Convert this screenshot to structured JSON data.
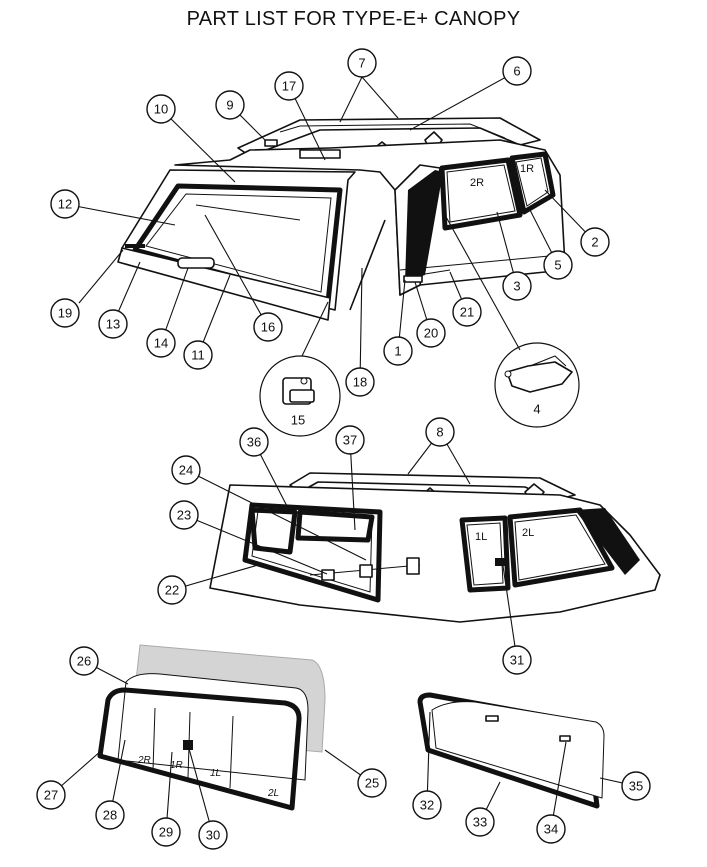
{
  "title": "PART LIST FOR TYPE-E+ CANOPY",
  "window_labels": {
    "w_2r": "2R",
    "w_1r": "1R",
    "w_1l": "1L",
    "w_2l": "2L",
    "f_2r": "2R",
    "f_1r": "1R",
    "f_1l": "1L",
    "f_2l": "2L"
  },
  "callouts": {
    "c1": "1",
    "c2": "2",
    "c3": "3",
    "c4": "4",
    "c5": "5",
    "c6": "6",
    "c7": "7",
    "c8": "8",
    "c9": "9",
    "c10": "10",
    "c11": "11",
    "c12": "12",
    "c13": "13",
    "c14": "14",
    "c15": "15",
    "c16": "16",
    "c17": "17",
    "c18": "18",
    "c19": "19",
    "c20": "20",
    "c21": "21",
    "c22": "22",
    "c23": "23",
    "c24": "24",
    "c25": "25",
    "c26": "26",
    "c27": "27",
    "c28": "28",
    "c29": "29",
    "c30": "30",
    "c31": "31",
    "c32": "32",
    "c33": "33",
    "c34": "34",
    "c35": "35",
    "c36": "36",
    "c37": "37"
  }
}
